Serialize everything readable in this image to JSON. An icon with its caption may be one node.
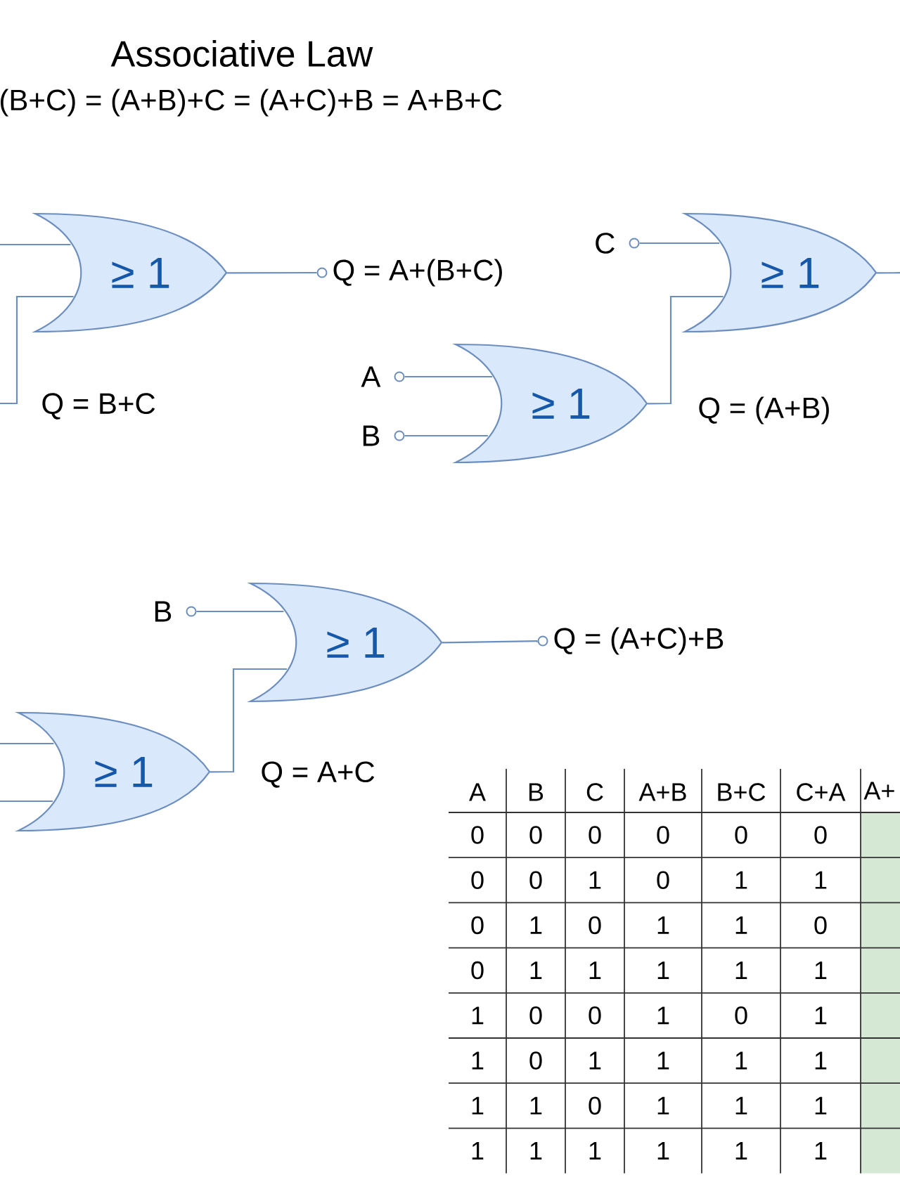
{
  "diagram": {
    "title": "Associative Law",
    "nodes": [
      {
        "text": [
          "≥ 1"
        ]
      },
      {
        "text": [
          "Q = A+(B+C)"
        ]
      },
      {
        "text": [
          "C"
        ]
      },
      {
        "text": [
          "≥ 1"
        ]
      },
      {
        "text": [
          "A"
        ]
      },
      {
        "text": [
          "≥ 1"
        ],
        "beside": [
          "Q = (A+B)"
        ]
      },
      {
        "text": [
          "B"
        ]
      },
      {
        "text": [
          "B"
        ]
      },
      {
        "text": [
          "≥ 1"
        ]
      },
      {
        "text": [
          "Q = (A+C)+B"
        ]
      },
      {
        "text": [
          "≥ 1"
        ],
        "beside": [
          "Q = A+C"
        ]
      }
    ],
    "edges": [
      {
        "from": null,
        "to": 0,
        "arrow": "none"
      },
      {
        "from": null,
        "to": 0,
        "arrow": "none"
      },
      {
        "from": 0,
        "to": 1,
        "arrow": "none"
      },
      {
        "from": 2,
        "to": 3,
        "arrow": "none"
      },
      {
        "from": 4,
        "to": 5,
        "arrow": "none"
      },
      {
        "from": 6,
        "to": 5,
        "arrow": "none"
      },
      {
        "from": 5,
        "to": 3,
        "arrow": "none"
      },
      {
        "from": 3,
        "to": null,
        "arrow": "none"
      },
      {
        "from": 7,
        "to": 8,
        "arrow": "none"
      },
      {
        "from": 10,
        "to": 8,
        "arrow": "none"
      },
      {
        "from": 8,
        "to": 9,
        "arrow": "none"
      },
      {
        "from": null,
        "to": 10,
        "arrow": "none"
      },
      {
        "from": null,
        "to": 10,
        "arrow": "none"
      }
    ],
    "labels": [
      "(B+C) = (A+B)+C = (A+C)+B = A+B+C",
      "Q = B+C",
      "A",
      "B",
      "C",
      "A+B",
      "B+C",
      "C+A",
      "A+",
      "0",
      "0",
      "0",
      "0",
      "0",
      "0",
      "0",
      "0",
      "1",
      "0",
      "1",
      "1",
      "0",
      "1",
      "0",
      "1",
      "1",
      "0",
      "0",
      "1",
      "1",
      "1",
      "1",
      "1",
      "1",
      "0",
      "0",
      "1",
      "0",
      "1",
      "1",
      "0",
      "1",
      "1",
      "1",
      "1",
      "1",
      "1",
      "0",
      "1",
      "1",
      "1",
      "1",
      "1",
      "1",
      "1",
      "1",
      "1"
    ]
  }
}
